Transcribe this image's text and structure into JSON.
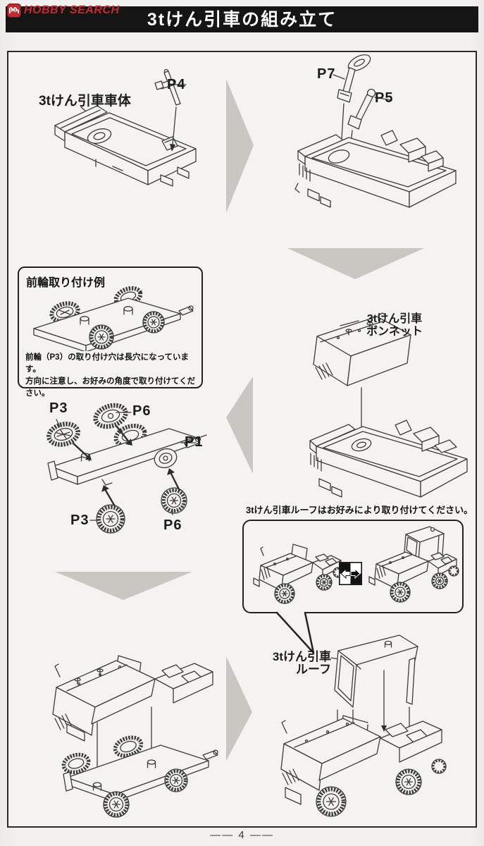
{
  "page": {
    "watermark": "HOBBY SEARCH",
    "title": "3tけん引車の組み立て",
    "page_number": "4",
    "page_number_display": "―― 4 ――"
  },
  "colors": {
    "watermark_red": "#bf2b31",
    "banner_black": "#151515",
    "arrow_gray": "#c9c7c2",
    "paper": "#f4f3f1",
    "line_art": "#3c3c3c"
  },
  "labels": {
    "step1_body": "3tけん引車車体",
    "step1_p4": "P4",
    "step2_p7": "P7",
    "step2_p5": "P5",
    "front_wheel_note": {
      "title": "前輪取り付け例",
      "line1": "前輪（P3）の取り付け穴は長穴になっています。",
      "line2": "方向に注意し、お好みの角度で取り付けてください。"
    },
    "step3_bonnet": {
      "line1": "3tけん引車",
      "line2": "ボンネット"
    },
    "step4": {
      "p3_top": "P3",
      "p6_top": "P6",
      "p1": "P1",
      "p3_bottom": "P3",
      "p6_bottom": "P6"
    },
    "roof_option_note": "3tけん引車ルーフはお好みにより取り付けてください。",
    "step6_roof": {
      "line1": "3tけん引車",
      "line2": "ルーフ"
    }
  },
  "icons": {
    "swap_icon": "roof-optional-swap",
    "watermark_icon": "hobby-search-mark"
  }
}
